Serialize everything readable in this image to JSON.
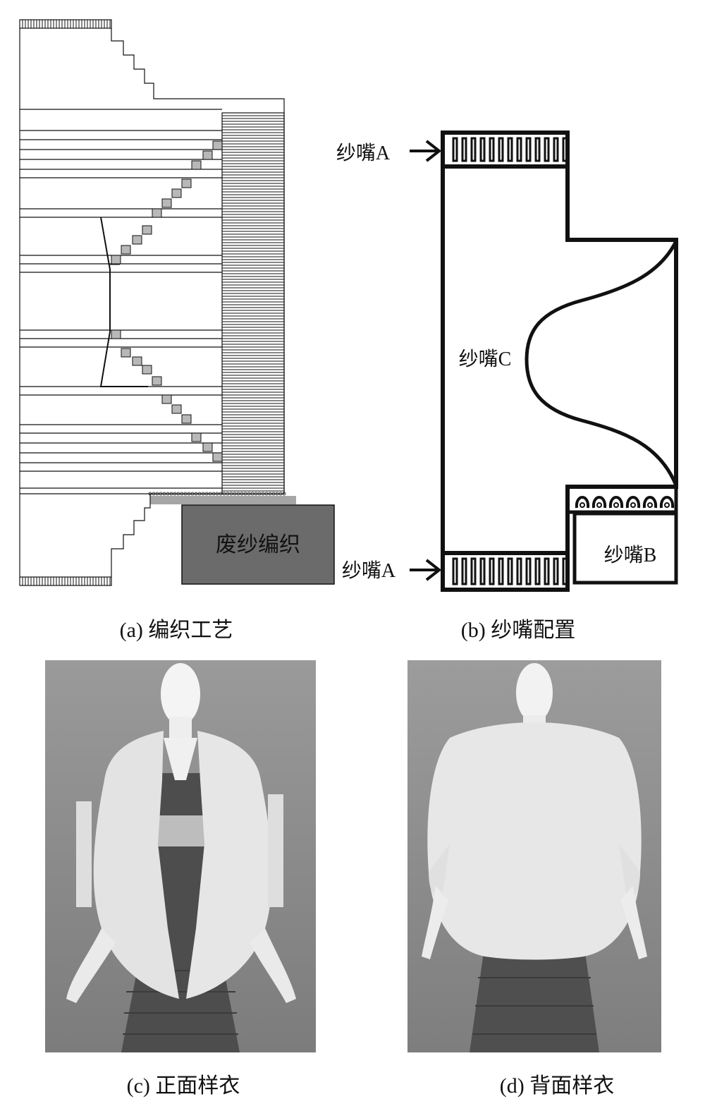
{
  "figure": {
    "panel_a": {
      "caption": "(a) 编织工艺",
      "waste_yarn_label": "废纱编织"
    },
    "panel_b": {
      "caption": "(b) 纱嘴配置",
      "carrier_a_top": "纱嘴A",
      "carrier_a_bottom": "纱嘴A",
      "carrier_b": "纱嘴B",
      "carrier_c": "纱嘴C"
    },
    "panel_c": {
      "caption": "(c) 正面样衣"
    },
    "panel_d": {
      "caption": "(d) 背面样衣"
    }
  },
  "colors": {
    "waste_yarn_fill": "#6b6b6b",
    "step_fill": "#b8b8b8",
    "photo_wall": "#8f8f8f",
    "garment": "#e2e2e2",
    "dress_dark": "#505050"
  }
}
